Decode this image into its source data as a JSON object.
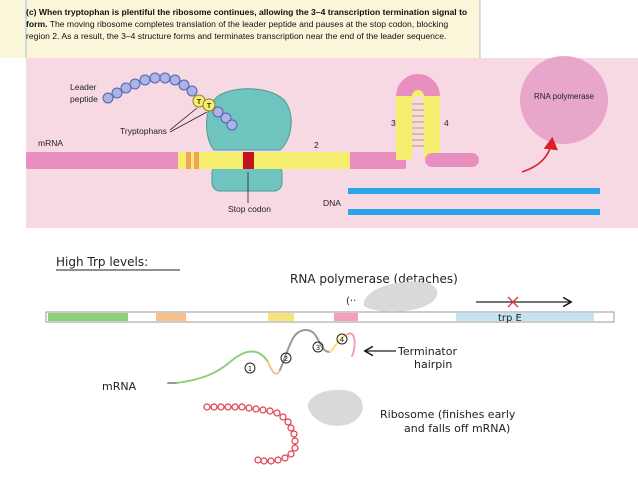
{
  "caption": {
    "lead": "(c) When tryptophan is plentiful the ribosome continues, allowing the 3–4 transcription termination signal to form.",
    "rest": "The moving ribosome completes translation of the leader peptide and pauses at the stop codon, blocking region 2. As a result, the 3–4 structure forms and terminates transcription near the end of the leader sequence."
  },
  "top_diagram": {
    "leader_peptide_label": "Leader\npeptide",
    "tryptophans_label": "Tryptophans",
    "trp_residue_label": "T",
    "mrna_label": "mRNA",
    "stop_codon_label": "Stop codon",
    "region2_label": "2",
    "region3_label": "3",
    "region4_label": "4",
    "dna_label": "DNA",
    "rna_polymerase_label": "RNA polymerase",
    "colors": {
      "background": "#f7d9e4",
      "mrna": "#e88fbf",
      "yellow": "#f5ee6e",
      "stop": "#c4121f",
      "ribosome": "#6fc4c0",
      "peptide": "#aab4e8",
      "dna": "#2aa6e8",
      "polymerase": "#e8a6cb"
    }
  },
  "bottom_diagram": {
    "title": "High Trp levels:",
    "rna_polymerase_label": "RNA polymerase (detaches)",
    "trpe_label": "trp E",
    "terminator_label": "Terminator\nhairpin",
    "mrna_label": "mRNA",
    "ribosome_label": "Ribosome (finishes early\nand falls off mRNA)",
    "region_numbers": [
      "1",
      "2",
      "3",
      "4"
    ],
    "colors": {
      "green": "#8fcf7a",
      "orange": "#f8c08a",
      "yellow": "#f8e37a",
      "pink": "#f2a0b8",
      "blue": "#c4e4f4",
      "gray": "#d9d9d9",
      "red": "#e23a4a"
    }
  }
}
